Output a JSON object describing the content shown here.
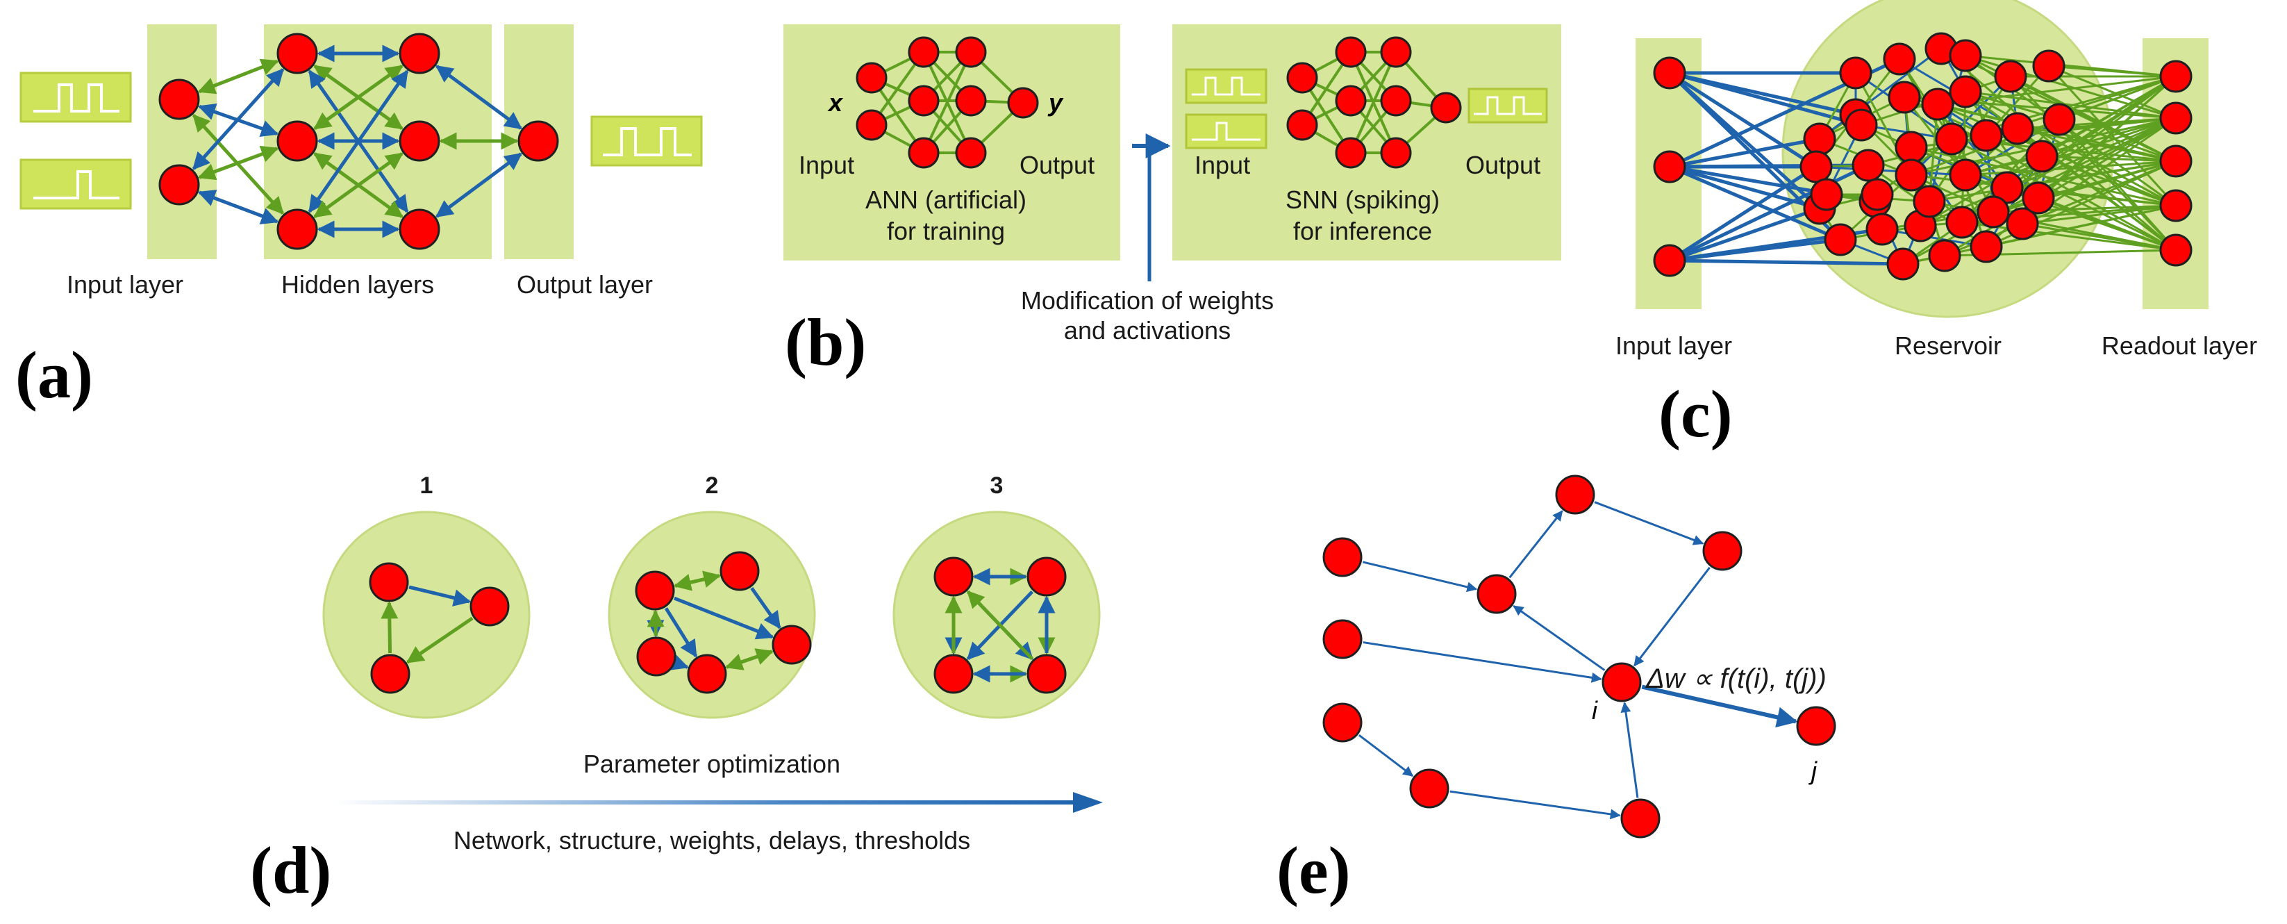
{
  "colors": {
    "panel": "#d6e69a",
    "panel_dark": "#c7dd6e",
    "neuron": "#ff0000",
    "neuron_edge": "#202020",
    "blue": "#1f63ad",
    "green": "#5fa020",
    "spike_box": "#cfe35b"
  },
  "panel_a": {
    "letter": "(a)",
    "input_layer": "Input layer",
    "hidden_layers": "Hidden layers",
    "output_layer": "Output layer"
  },
  "panel_b": {
    "letter": "(b)",
    "x": "x",
    "y": "y",
    "ann_input": "Input",
    "ann_output": "Output",
    "ann_line1": "ANN (artificial)",
    "ann_line2": "for training",
    "snn_input": "Input",
    "snn_output": "Output",
    "snn_line1": "SNN (spiking)",
    "snn_line2": "for inference",
    "modification_line1": "Modification of weights",
    "modification_line2": "and activations"
  },
  "panel_c": {
    "letter": "(c)",
    "input_layer": "Input layer",
    "reservoir": "Reservoir",
    "readout_layer": "Readout layer"
  },
  "panel_d": {
    "letter": "(d)",
    "step1": "1",
    "step2": "2",
    "step3": "3",
    "parameter_optimization": "Parameter optimization",
    "network_params": "Network, structure, weights, delays, thresholds"
  },
  "panel_e": {
    "letter": "(e)",
    "node_i": "i",
    "node_j": "j",
    "formula": "Δw ∝ f(t(i), t(j))"
  }
}
